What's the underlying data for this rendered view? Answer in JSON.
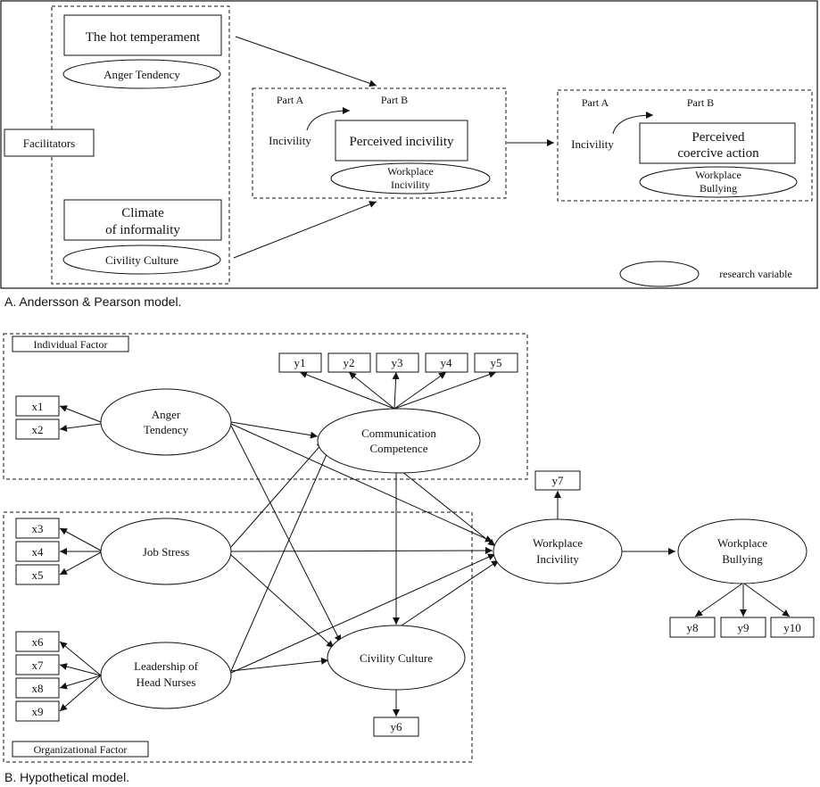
{
  "panel_a": {
    "caption": "A. Andersson & Pearson model.",
    "facilitators": "Facilitators",
    "hot_temperament": "The hot temperament",
    "anger_tendency": "Anger Tendency",
    "climate_line1": "Climate",
    "climate_line2": "of informality",
    "civility_culture": "Civility Culture",
    "part_a": "Part A",
    "part_b": "Part B",
    "incivility": "Incivility",
    "perceived_incivility": "Perceived incivility",
    "workplace_incivility_line1": "Workplace",
    "workplace_incivility_line2": "Incivility",
    "perceived_coercive_line1": "Perceived",
    "perceived_coercive_line2": "coercive action",
    "workplace_bullying_line1": "Workplace",
    "workplace_bullying_line2": "Bullying",
    "legend_label": "research variable"
  },
  "panel_b": {
    "caption": "B. Hypothetical model.",
    "individual_factor": "Individual Factor",
    "organizational_factor": "Organizational Factor",
    "anger_line1": "Anger",
    "anger_line2": "Tendency",
    "job_stress": "Job Stress",
    "leadership_line1": "Leadership of",
    "leadership_line2": "Head Nurses",
    "communication_line1": "Communication",
    "communication_line2": "Competence",
    "civility_culture": "Civility Culture",
    "workplace_incivility_line1": "Workplace",
    "workplace_incivility_line2": "Incivility",
    "workplace_bullying_line1": "Workplace",
    "workplace_bullying_line2": "Bullying",
    "indicators": {
      "x1": "x1",
      "x2": "x2",
      "x3": "x3",
      "x4": "x4",
      "x5": "x5",
      "x6": "x6",
      "x7": "x7",
      "x8": "x8",
      "x9": "x9",
      "y1": "y1",
      "y2": "y2",
      "y3": "y3",
      "y4": "y4",
      "y5": "y5",
      "y6": "y6",
      "y7": "y7",
      "y8": "y8",
      "y9": "y9",
      "y10": "y10"
    }
  }
}
